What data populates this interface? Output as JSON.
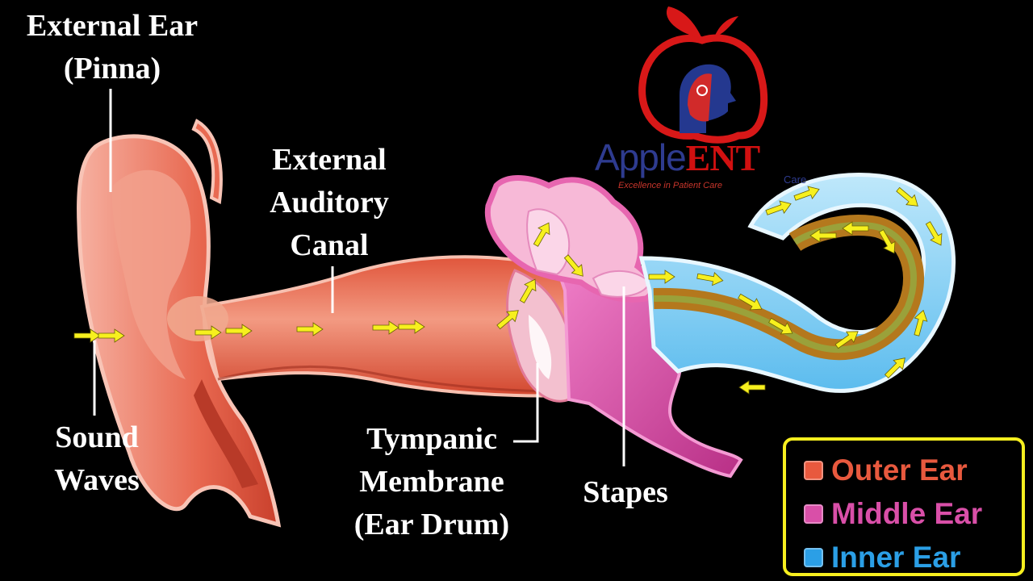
{
  "labels": {
    "external_ear": [
      "External Ear",
      "(Pinna)"
    ],
    "canal": [
      "External",
      "Auditory",
      "Canal"
    ],
    "sound_waves": [
      "Sound",
      "Waves"
    ],
    "tympanic": [
      "Tympanic",
      "Membrane",
      "(Ear Drum)"
    ],
    "stapes": "Stapes"
  },
  "legend": [
    {
      "label": "Outer Ear",
      "color": "#e8593e"
    },
    {
      "label": "Middle Ear",
      "color": "#d94fa8"
    },
    {
      "label": "Inner Ear",
      "color": "#2b9fe6"
    }
  ],
  "logo": {
    "brand_a": "Apple",
    "brand_b": "ENT",
    "care": "Care",
    "tagline": "Excellence in Patient Care"
  },
  "colors": {
    "background": "#000000",
    "leader_line": "#ffffff",
    "arrow": "#f7f01e",
    "legend_border": "#f7ef1f"
  }
}
